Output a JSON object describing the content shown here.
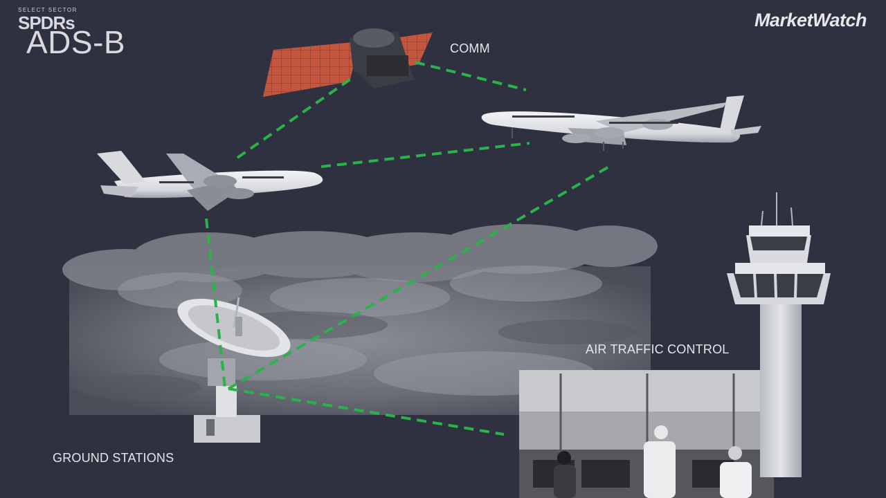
{
  "title": "ADS-B",
  "brand": "MarketWatch",
  "logo": {
    "tagline": "SELECT SECTOR",
    "wordmark": "SPDRs"
  },
  "labels": {
    "comm": "COMM",
    "ground": "GROUND STATIONS",
    "atc": "AIR TRAFFIC CONTROL"
  },
  "colors": {
    "background": "#2f3140",
    "link": "#29b34a",
    "solar_panel": "#c4553e"
  }
}
